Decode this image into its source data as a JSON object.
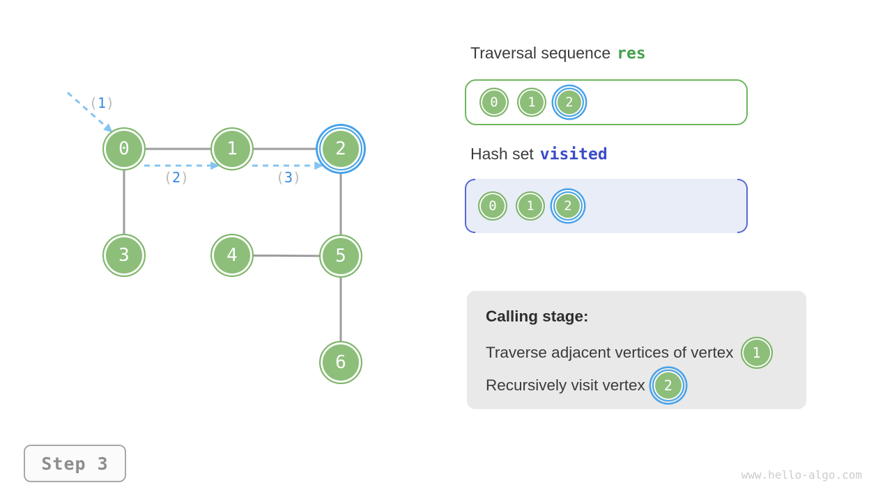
{
  "graph": {
    "nodes": [
      {
        "label": "0",
        "highlighted": false
      },
      {
        "label": "1",
        "highlighted": false
      },
      {
        "label": "2",
        "highlighted": true
      },
      {
        "label": "3",
        "highlighted": false
      },
      {
        "label": "4",
        "highlighted": false
      },
      {
        "label": "5",
        "highlighted": false
      },
      {
        "label": "6",
        "highlighted": false
      }
    ],
    "edges": [
      [
        "0",
        "1"
      ],
      [
        "1",
        "2"
      ],
      [
        "0",
        "3"
      ],
      [
        "2",
        "5"
      ],
      [
        "4",
        "5"
      ],
      [
        "5",
        "6"
      ]
    ],
    "arrow_labels": [
      {
        "open": "(",
        "num": "1",
        "close": ")"
      },
      {
        "open": "(",
        "num": "2",
        "close": ")"
      },
      {
        "open": "(",
        "num": "3",
        "close": ")"
      }
    ]
  },
  "panels": {
    "res": {
      "title_prefix": "Traversal sequence",
      "title_code": "res",
      "items": [
        {
          "label": "0",
          "highlighted": false
        },
        {
          "label": "1",
          "highlighted": false
        },
        {
          "label": "2",
          "highlighted": true
        }
      ]
    },
    "visited": {
      "title_prefix": "Hash set",
      "title_code": "visited",
      "items": [
        {
          "label": "0",
          "highlighted": false
        },
        {
          "label": "1",
          "highlighted": false
        },
        {
          "label": "2",
          "highlighted": true
        }
      ]
    },
    "calling": {
      "heading": "Calling stage:",
      "lines": [
        {
          "text": "Traverse adjacent vertices of vertex",
          "node": "1",
          "node_highlighted": false
        },
        {
          "text": "Recursively visit vertex",
          "node": "2",
          "node_highlighted": true
        }
      ]
    }
  },
  "step_button": {
    "label": "Step 3"
  },
  "watermark": "www.hello-algo.com",
  "colors": {
    "node_green": "#8dbe7a",
    "node_border_green": "#7db468",
    "highlight_blue": "#48a2e9",
    "arrow_blue": "#85c4f0",
    "arrow_label_blue": "#3688e0",
    "edge_gray": "#9c9c9c",
    "res_code_green": "#44a14b",
    "visited_code_indigo": "#3b4cc8",
    "visited_box_bg": "#e9edf8",
    "visited_box_border": "#5667d3",
    "calling_box_bg": "#e9e9e9"
  }
}
